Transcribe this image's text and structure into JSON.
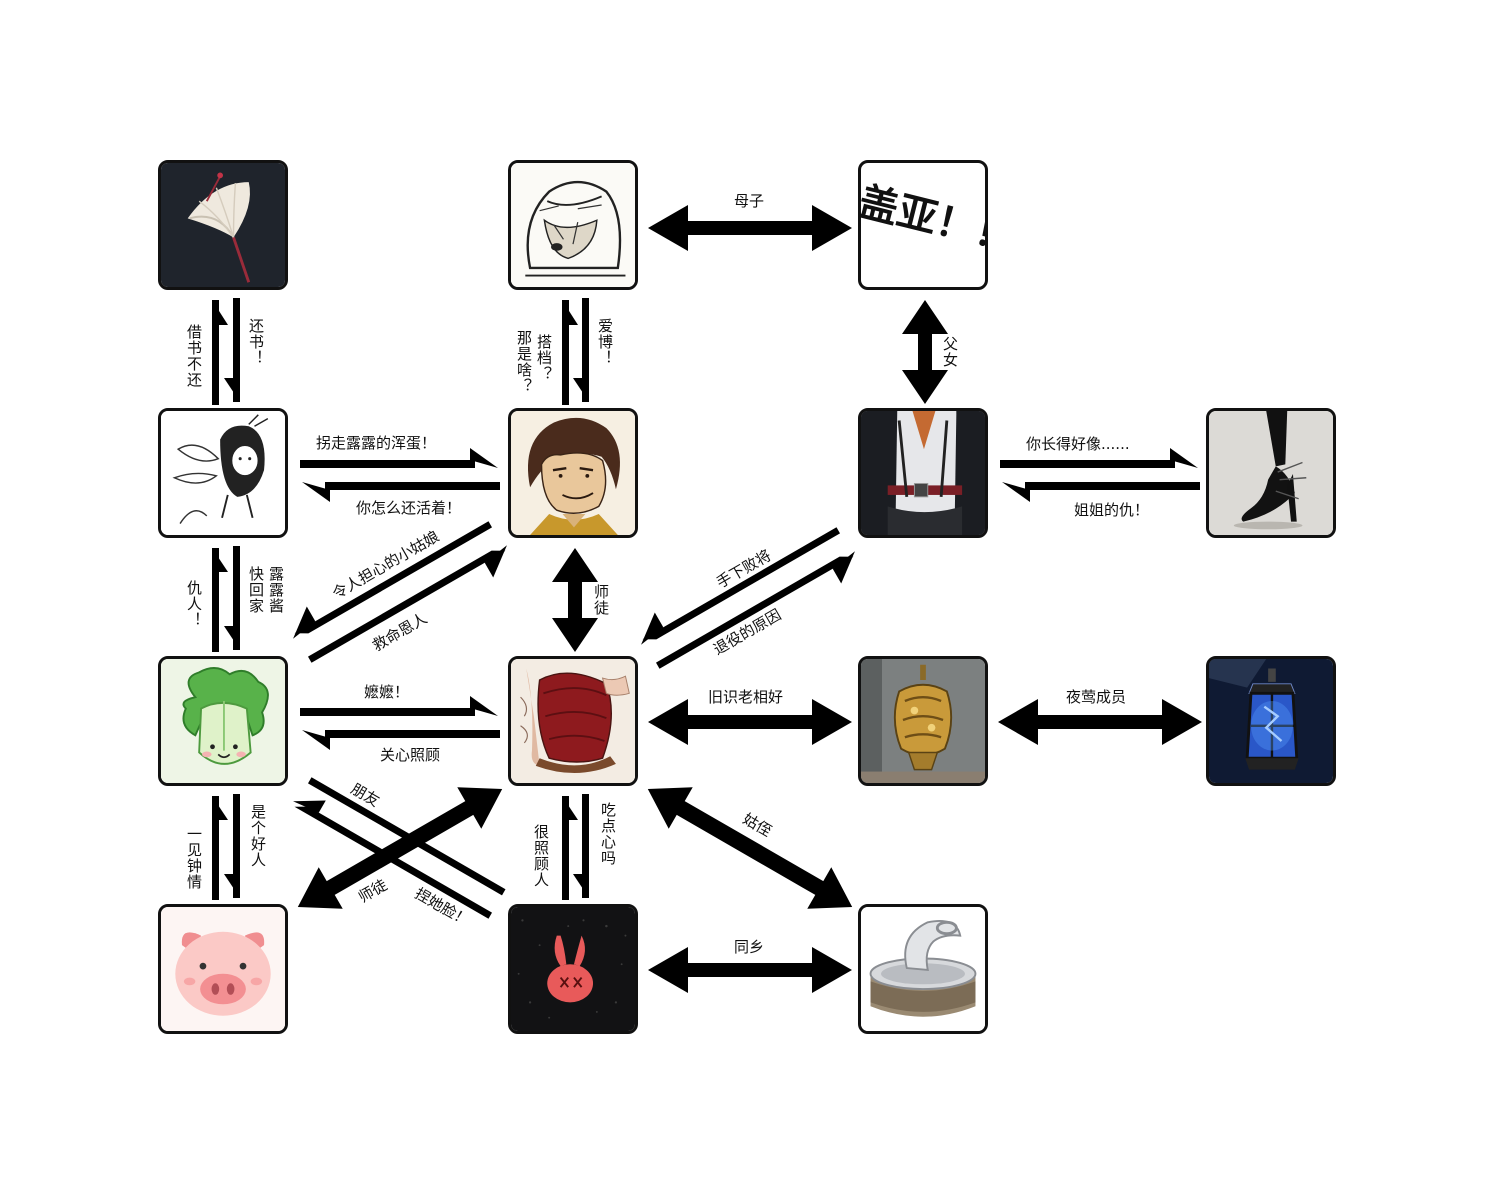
{
  "nodes": [
    {
      "id": "umbrella",
      "icon": "umbrella-icon"
    },
    {
      "id": "sketch-boy",
      "icon": "sketch-character-icon"
    },
    {
      "id": "gaia",
      "icon": "gaia-text-card",
      "text": "盖亚！！"
    },
    {
      "id": "fairy",
      "icon": "fairy-doodle-icon"
    },
    {
      "id": "curly-man",
      "icon": "curly-hair-man-icon"
    },
    {
      "id": "suited-man",
      "icon": "suited-man-icon"
    },
    {
      "id": "heels",
      "icon": "black-heels-icon"
    },
    {
      "id": "cabbage",
      "icon": "cabbage-icon"
    },
    {
      "id": "red-book",
      "icon": "red-book-icon"
    },
    {
      "id": "censer",
      "icon": "golden-censer-icon"
    },
    {
      "id": "lantern",
      "icon": "blue-lantern-icon"
    },
    {
      "id": "pig",
      "icon": "pig-icon"
    },
    {
      "id": "rabbit",
      "icon": "red-rabbit-icon"
    },
    {
      "id": "can",
      "icon": "tin-can-icon"
    }
  ],
  "edges": {
    "umbrella_fairy": {
      "up": "借书不还",
      "down": "还书！"
    },
    "sketch_curly": {
      "up": "那是啥？",
      "mid": "搭档？",
      "down": "爱博！"
    },
    "sketch_gaia": {
      "label": "母子"
    },
    "gaia_suited": {
      "label": "父女"
    },
    "fairy_curly": {
      "right": "拐走露露的浑蛋！",
      "left": "你怎么还活着！"
    },
    "suited_heels": {
      "right": "你长得好像......",
      "left": "姐姐的仇！"
    },
    "fairy_cabbage": {
      "up": "仇人！",
      "down_1": "快回家",
      "down_2": "露露酱"
    },
    "curly_cabbage": {
      "down": "令人担心的小姑娘",
      "up": "救命恩人"
    },
    "curly_book": {
      "label": "师徒"
    },
    "suited_book": {
      "down": "手下败将",
      "up": "退役的原因"
    },
    "cabbage_book": {
      "right": "嬷嬷！",
      "left": "关心照顾"
    },
    "book_censer": {
      "label": "旧识老相好"
    },
    "censer_lantern": {
      "label": "夜莺成员"
    },
    "cabbage_pig": {
      "down": "一见钟情",
      "up": "是个好人"
    },
    "cabbage_rabbit": {
      "friend": "朋友",
      "pinch": "捏她脸！"
    },
    "book_pig": {
      "label": "师徒"
    },
    "book_rabbit": {
      "down": "很照顾人",
      "up": "吃点心吗"
    },
    "book_can": {
      "label": "姑侄"
    },
    "rabbit_can": {
      "label": "同乡"
    }
  }
}
